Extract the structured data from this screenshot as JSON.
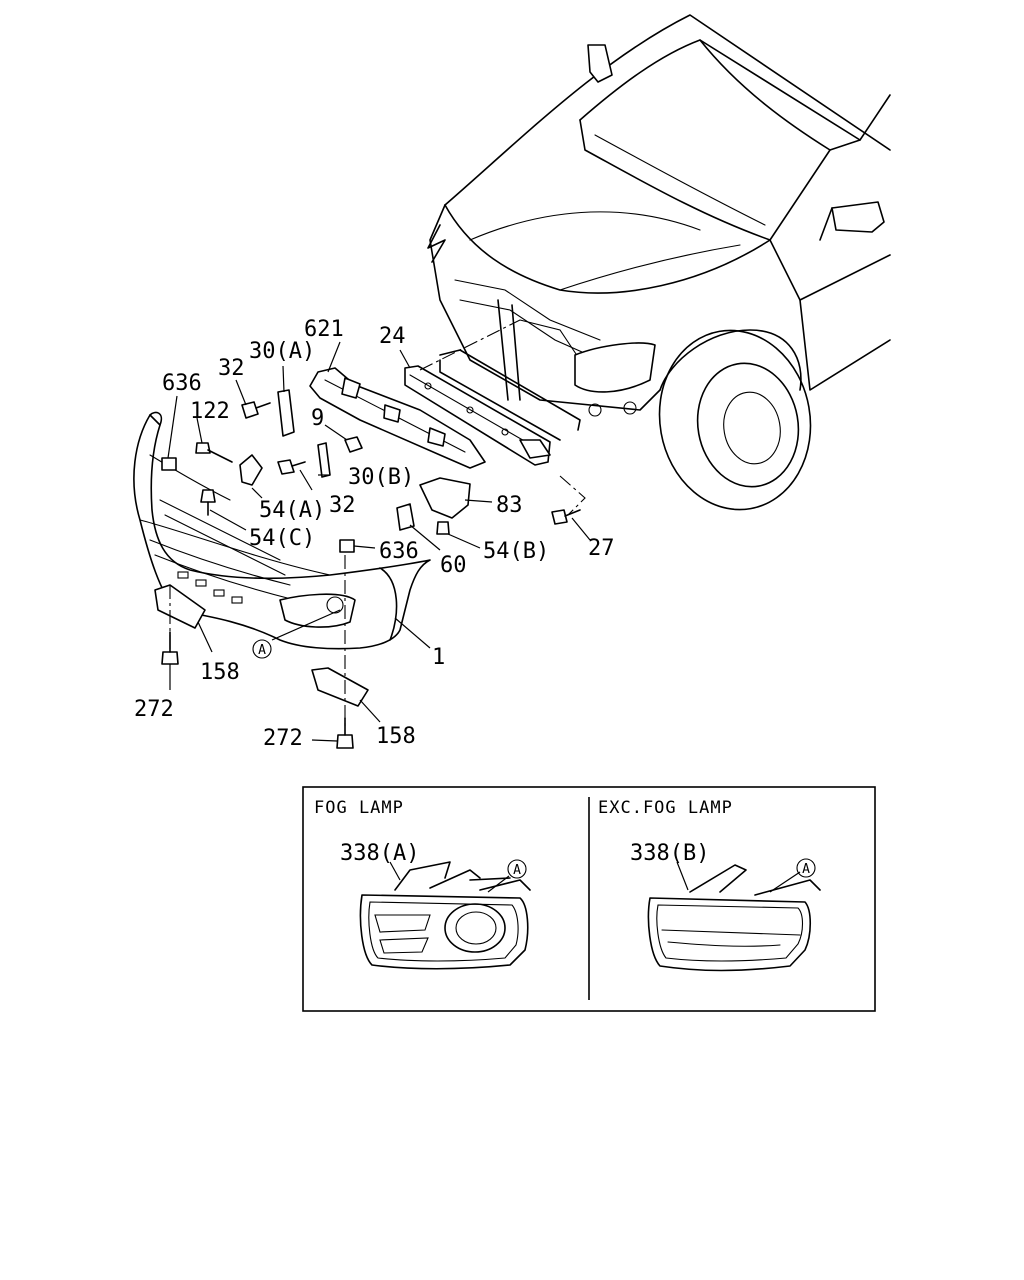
{
  "callouts": {
    "c621": "621",
    "c24": "24",
    "c30a": "30(A)",
    "c32a": "32",
    "c636a": "636",
    "c122": "122",
    "c9": "9",
    "c30b": "30(B)",
    "c54a": "54(A)",
    "c32b": "32",
    "c83": "83",
    "c54c": "54(C)",
    "c27": "27",
    "c636b": "636",
    "c54b": "54(B)",
    "c60": "60",
    "c1": "1",
    "cA": "A",
    "c158a": "158",
    "c272a": "272",
    "c158b": "158",
    "c272b": "272"
  },
  "inset": {
    "left_title": "FOG LAMP",
    "right_title": "EXC.FOG LAMP",
    "left_part": "338(A)",
    "right_part": "338(B)",
    "left_ref": "A",
    "right_ref": "A"
  }
}
